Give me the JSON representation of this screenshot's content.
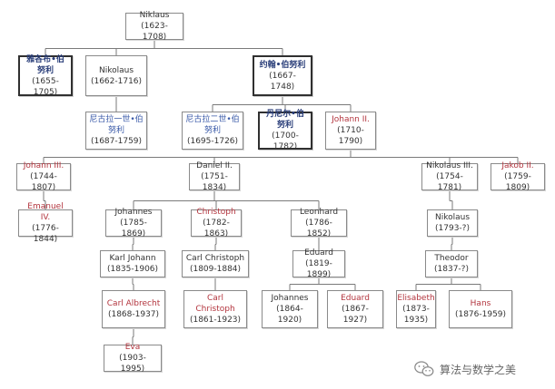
{
  "watermark": {
    "text": "算法与数学之美",
    "icon": "wechat-icon"
  },
  "colors": {
    "line": "#7a7a7a",
    "red": "#b3353e",
    "blue": "#3a5aa8",
    "bold_border": "#303030"
  },
  "nodes": [
    {
      "id": "niklaus",
      "name": "Niklaus",
      "years": "(1623-1708)",
      "style": "plain"
    },
    {
      "id": "jacob1",
      "name": "雅各布•伯努利",
      "years": "(1655-1705)",
      "style": "bold"
    },
    {
      "id": "nikolaus1",
      "name": "Nikolaus",
      "years": "(1662-1716)",
      "style": "plain"
    },
    {
      "id": "johann1",
      "name": "约翰•伯努利",
      "years": "(1667-1748)",
      "style": "bold"
    },
    {
      "id": "nicolaus1",
      "name": "尼古拉一世•伯努利",
      "years": "(1687-1759)",
      "style": "blue"
    },
    {
      "id": "nicolaus2",
      "name": "尼古拉二世•伯努利",
      "years": "(1695-1726)",
      "style": "blue"
    },
    {
      "id": "daniel1",
      "name": "丹尼尔•伯努利",
      "years": "(1700-1782)",
      "style": "bold"
    },
    {
      "id": "johann2",
      "name": "Johann II.",
      "years": "(1710-1790)",
      "style": "red"
    },
    {
      "id": "johann3",
      "name": "Johann III.",
      "years": "(1744-1807)",
      "style": "red"
    },
    {
      "id": "daniel2",
      "name": "Daniel II.",
      "years": "(1751-1834)",
      "style": "plain"
    },
    {
      "id": "nikolaus3",
      "name": "Nikolaus III.",
      "years": "(1754-1781)",
      "style": "plain"
    },
    {
      "id": "jakob2",
      "name": "Jakob II.",
      "years": "(1759-1809)",
      "style": "red"
    },
    {
      "id": "emanuel4",
      "name": "Emanuel IV.",
      "years": "(1776-1844)",
      "style": "red"
    },
    {
      "id": "johannes1",
      "name": "Johannes",
      "years": "(1785-1869)",
      "style": "plain"
    },
    {
      "id": "christoph1",
      "name": "Christoph",
      "years": "(1782-1863)",
      "style": "red"
    },
    {
      "id": "leonhard",
      "name": "Leonhard",
      "years": "(1786-1852)",
      "style": "plain"
    },
    {
      "id": "nikolaus4",
      "name": "Nikolaus",
      "years": "(1793-?)",
      "style": "plain"
    },
    {
      "id": "karljohann",
      "name": "Karl Johann",
      "years": "(1835-1906)",
      "style": "plain"
    },
    {
      "id": "carlchristoph1",
      "name": "Carl Christoph",
      "years": "(1809-1884)",
      "style": "plain"
    },
    {
      "id": "eduard1",
      "name": "Eduard",
      "years": "(1819-1899)",
      "style": "plain"
    },
    {
      "id": "theodor",
      "name": "Theodor",
      "years": "(1837-?)",
      "style": "plain"
    },
    {
      "id": "carlalbrecht",
      "name": "Carl Albrecht",
      "years": "(1868-1937)",
      "style": "red"
    },
    {
      "id": "carlchristoph2",
      "name": "Carl Christoph",
      "years": "(1861-1923)",
      "style": "red"
    },
    {
      "id": "johannes2",
      "name": "Johannes",
      "years": "(1864-1920)",
      "style": "plain"
    },
    {
      "id": "eduard2",
      "name": "Eduard",
      "years": "(1867-1927)",
      "style": "red"
    },
    {
      "id": "elisabeth",
      "name": "Elisabeth",
      "years": "(1873-1935)",
      "style": "red"
    },
    {
      "id": "hans",
      "name": "Hans",
      "years": "(1876-1959)",
      "style": "red"
    },
    {
      "id": "eva",
      "name": "Eva",
      "years": "(1903-1995)",
      "style": "red"
    }
  ],
  "edges": [
    [
      "niklaus",
      "jacob1"
    ],
    [
      "niklaus",
      "nikolaus1"
    ],
    [
      "niklaus",
      "johann1"
    ],
    [
      "nikolaus1",
      "nicolaus1"
    ],
    [
      "johann1",
      "nicolaus2"
    ],
    [
      "johann1",
      "daniel1"
    ],
    [
      "johann1",
      "johann2"
    ],
    [
      "johann2",
      "johann3"
    ],
    [
      "johann2",
      "daniel2"
    ],
    [
      "johann2",
      "nikolaus3"
    ],
    [
      "johann2",
      "jakob2"
    ],
    [
      "johann3",
      "emanuel4"
    ],
    [
      "daniel2",
      "johannes1"
    ],
    [
      "daniel2",
      "christoph1"
    ],
    [
      "daniel2",
      "leonhard"
    ],
    [
      "nikolaus3",
      "nikolaus4"
    ],
    [
      "johannes1",
      "karljohann"
    ],
    [
      "christoph1",
      "carlchristoph1"
    ],
    [
      "leonhard",
      "eduard1"
    ],
    [
      "nikolaus4",
      "theodor"
    ],
    [
      "karljohann",
      "carlalbrecht"
    ],
    [
      "carlchristoph1",
      "carlchristoph2"
    ],
    [
      "eduard1",
      "johannes2"
    ],
    [
      "eduard1",
      "eduard2"
    ],
    [
      "theodor",
      "elisabeth"
    ],
    [
      "theodor",
      "hans"
    ],
    [
      "carlalbrecht",
      "eva"
    ]
  ]
}
